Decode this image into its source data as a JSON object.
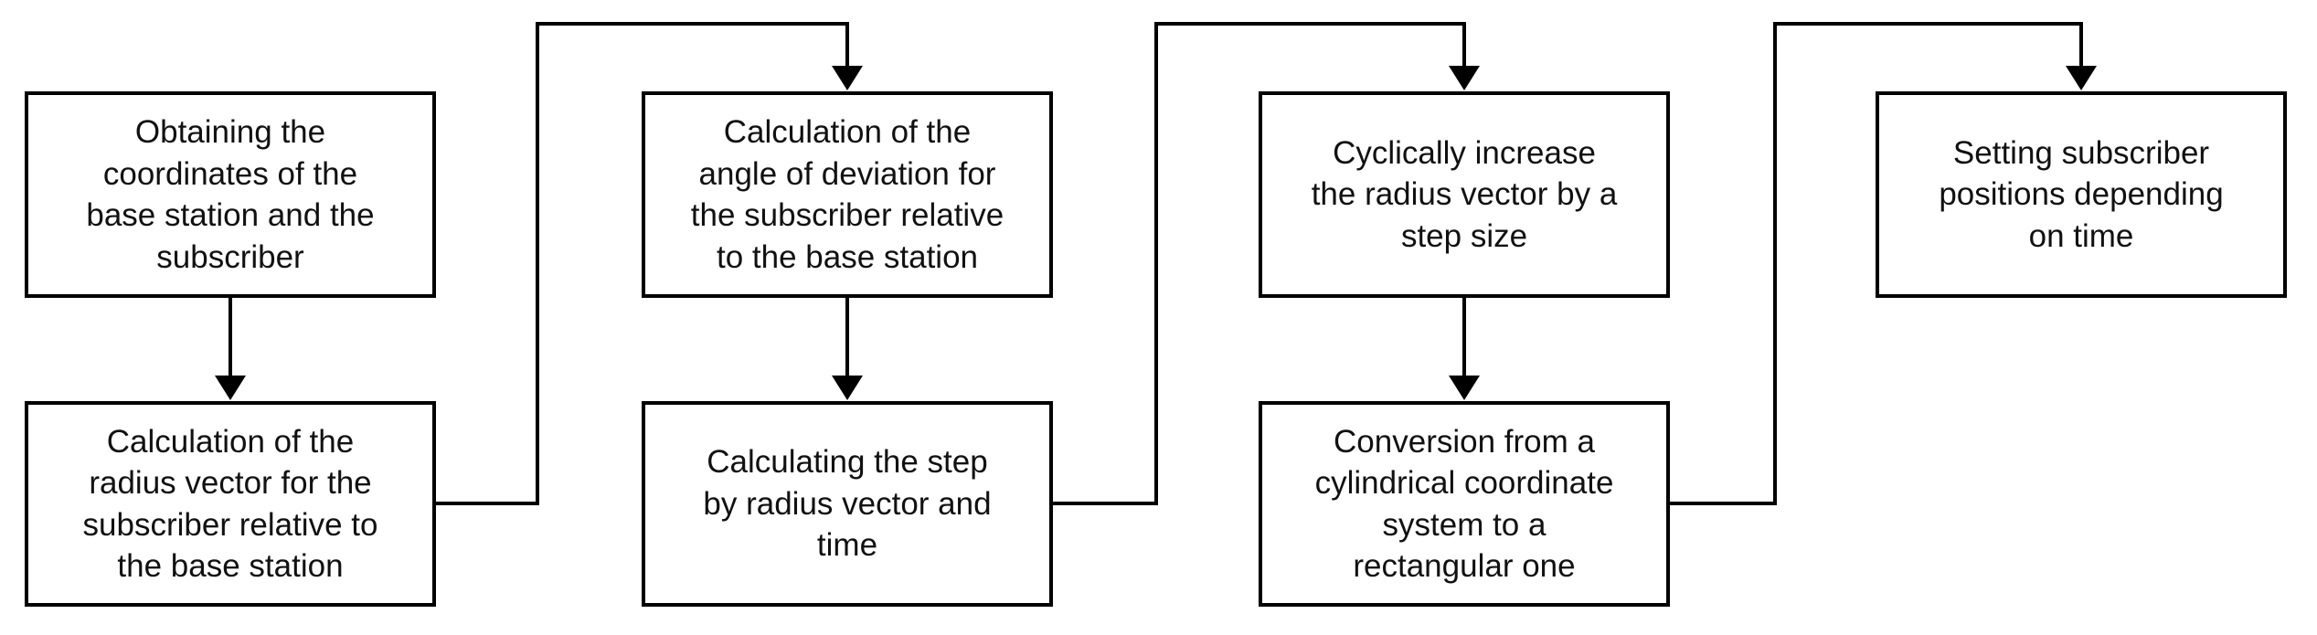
{
  "canvas": {
    "background_color": "#ffffff",
    "line_color": "#000000",
    "box_fill_color": "#ffffff",
    "text_color": "#111111"
  },
  "flowchart": {
    "steps": [
      {
        "id": 1,
        "label": "Obtaining the\ncoordinates of the\nbase station and the\nsubscriber"
      },
      {
        "id": 2,
        "label": "Calculation of the\nradius vector for the\nsubscriber relative to\nthe base station"
      },
      {
        "id": 3,
        "label": "Calculation of the\nangle of deviation for\nthe subscriber relative\nto the base station"
      },
      {
        "id": 4,
        "label": "Calculating the step\nby radius vector and\ntime"
      },
      {
        "id": 5,
        "label": "Cyclically increase\nthe radius vector by a\nstep size"
      },
      {
        "id": 6,
        "label": "Conversion from a\ncylindrical coordinate\nsystem to a\nrectangular one"
      },
      {
        "id": 7,
        "label": "Setting subscriber\npositions depending\non time"
      }
    ],
    "connections": [
      {
        "from": 1,
        "to": 2
      },
      {
        "from": 2,
        "to": 3
      },
      {
        "from": 3,
        "to": 4
      },
      {
        "from": 4,
        "to": 5
      },
      {
        "from": 5,
        "to": 6
      },
      {
        "from": 6,
        "to": 7
      }
    ]
  }
}
